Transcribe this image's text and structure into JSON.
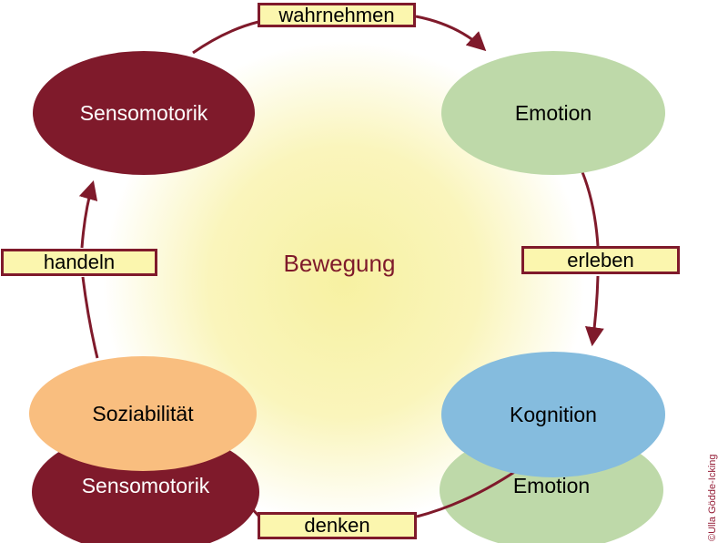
{
  "diagram_type": "circular process cycle",
  "center_circle": {
    "label": "Bewegung"
  },
  "nodes": {
    "top_left": "Sensomotorik",
    "top_right": "Emotion",
    "bottom_left": "Soziabilität",
    "bottom_right": "Kognition",
    "bottom_left_back": "Sensomotorik",
    "bottom_right_back": "Emotion"
  },
  "process_labels": {
    "top": "wahrnehmen",
    "right": "erleben",
    "bottom": "denken",
    "left": "handeln"
  },
  "arrows": [
    {
      "from": "Sensomotorik",
      "via": "wahrnehmen",
      "to": "Emotion",
      "position": "top"
    },
    {
      "from": "Emotion",
      "via": "erleben",
      "to": "Kognition",
      "position": "right"
    },
    {
      "from": "Kognition",
      "via": "denken",
      "to": "Sensomotorik (bottom)",
      "position": "bottom"
    },
    {
      "from": "Soziabilität",
      "via": "handeln",
      "to": "Sensomotorik",
      "position": "left"
    }
  ],
  "copyright": "©Ulla Gödde-Icking",
  "colors": {
    "dark_red": "#7F1A2B",
    "green": "#BED9A9",
    "orange": "#F9BE7F",
    "blue": "#85BCDE",
    "box_fill": "#FBF6AE",
    "circle_center": "#F7F1A2",
    "circle_mid": "#FAF5BC",
    "circle_edge": "#FFFFFF",
    "light_text": "#FFFFFF",
    "copyright_red": "#951E38"
  }
}
